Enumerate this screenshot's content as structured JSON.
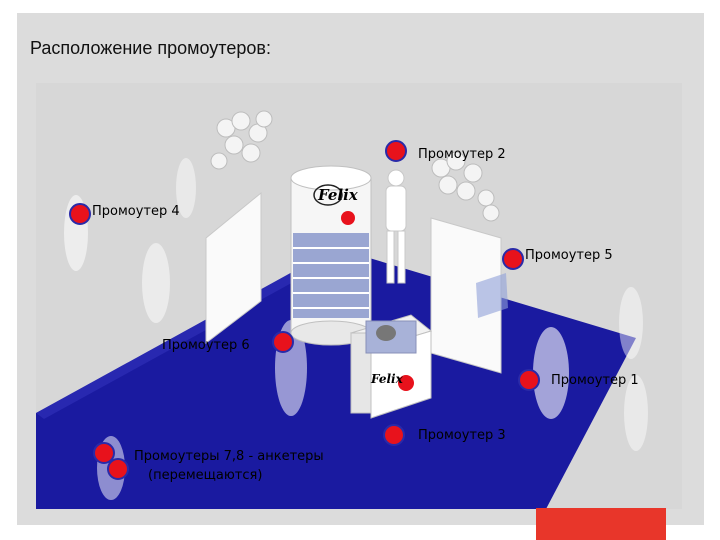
{
  "title": "Расположение промоутеров:",
  "markers": [
    {
      "label": "Промоутер 2"
    },
    {
      "label": "Промоутер 4"
    },
    {
      "label": "Промоутер 5"
    },
    {
      "label": "Промоутер 6"
    },
    {
      "label": "Промоутер 1"
    },
    {
      "label": "Промоутер 3"
    }
  ],
  "roaming": {
    "line1": "Промоутеры 7,8 - анкетеры",
    "line2": "(перемещаются)"
  },
  "brand": {
    "logo_text": "Felix"
  },
  "colors": {
    "floor": "#1a1aa0",
    "marker_fill": "#e8121c",
    "marker_stroke": "#2a2aa8",
    "accent_bar": "#e8362a"
  }
}
